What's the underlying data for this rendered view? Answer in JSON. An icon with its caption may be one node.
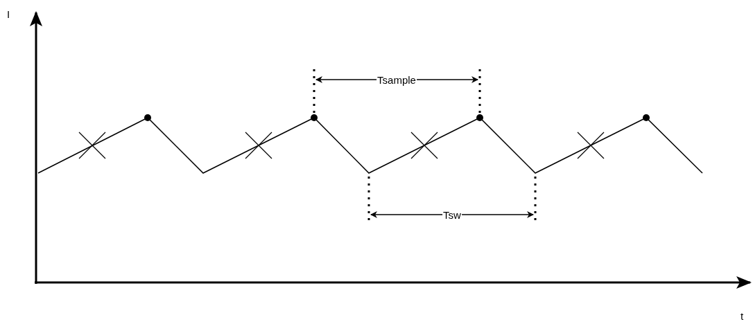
{
  "diagram": {
    "labels": [
      "I",
      "Tsample",
      "Tsw",
      "t"
    ]
  }
}
